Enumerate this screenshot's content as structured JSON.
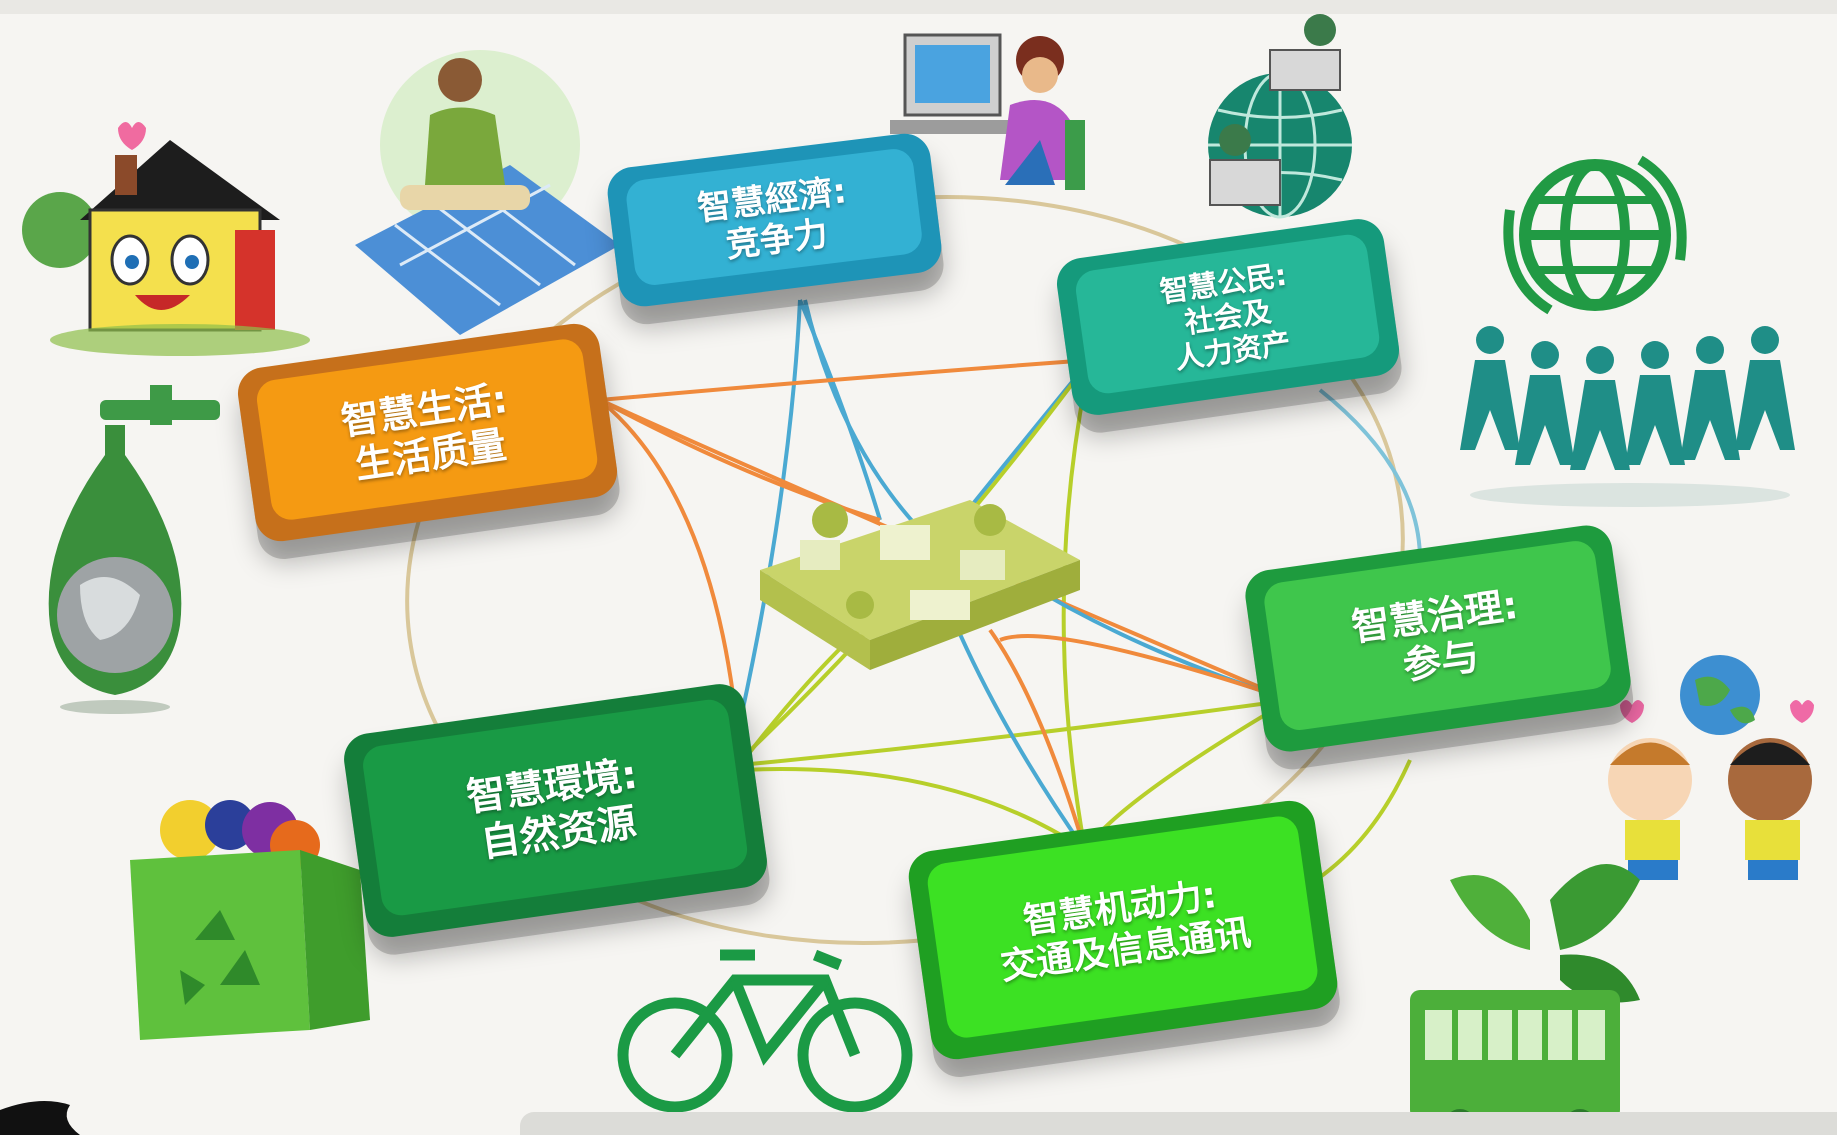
{
  "diagram": {
    "nodes": [
      {
        "id": "economy",
        "line1": "智慧經濟:",
        "line2": "竞争力",
        "line3": ""
      },
      {
        "id": "people",
        "line1": "智慧公民:",
        "line2": "社会及",
        "line3": "人力资产"
      },
      {
        "id": "living",
        "line1": "智慧生活:",
        "line2": "生活质量",
        "line3": ""
      },
      {
        "id": "governance",
        "line1": "智慧治理:",
        "line2": "参与",
        "line3": ""
      },
      {
        "id": "environment",
        "line1": "智慧環境:",
        "line2": "自然资源",
        "line3": ""
      },
      {
        "id": "mobility",
        "line1": "智慧机动力:",
        "line2": "交通及信息通讯",
        "line3": ""
      }
    ],
    "center": {
      "icon": "city-block-icon"
    },
    "connection_colors": {
      "orange": "#f08a3c",
      "blue": "#4aa9d2",
      "lime": "#b7cf2a",
      "ring": "#d9c79a"
    }
  },
  "illustrations": [
    "house-icon",
    "solar-panel-worker-icon",
    "computer-user-icon",
    "global-network-icon",
    "globe-recycle-icon",
    "people-chain-icon",
    "water-drop-earth-icon",
    "kids-globe-icon",
    "recycle-bag-icon",
    "bicycle-icon",
    "green-tram-icon"
  ],
  "colors": {
    "economy": "#33b1d3",
    "people": "#26b798",
    "living": "#f59a12",
    "governance": "#3fc64c",
    "environment": "#199a45",
    "mobility": "#3ce123"
  }
}
